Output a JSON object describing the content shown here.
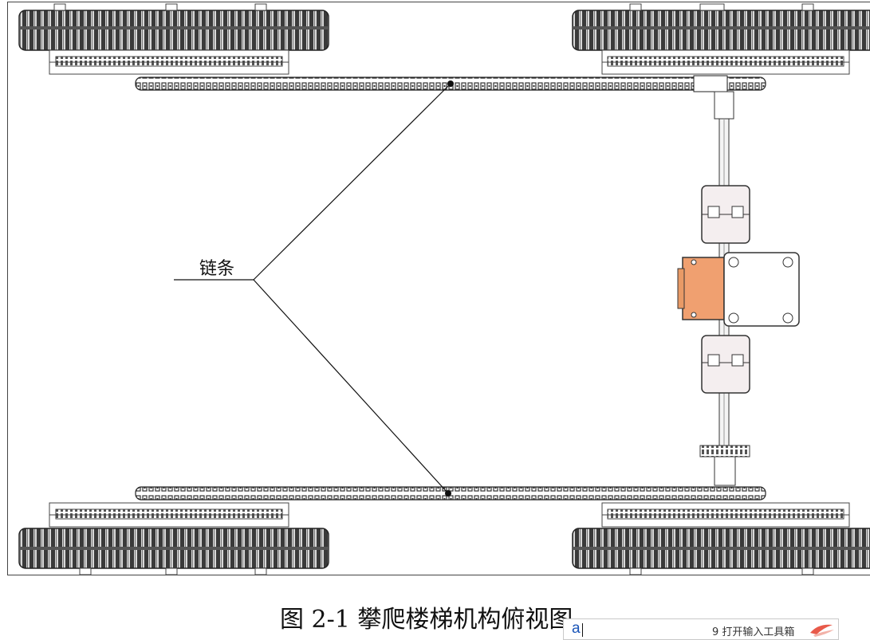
{
  "figure": {
    "callout_label": "链条",
    "caption": "图 2-1  攀爬楼梯机构俯视图"
  },
  "ime_toolbar": {
    "composition_text": "a",
    "candidate_text": "9 打开输入工具箱",
    "logo_icon": "ime-logo-icon"
  },
  "colors": {
    "line": "#222222",
    "wheel_dark": "#3a3a3a",
    "motor_housing": "#f0a070",
    "coupling": "#f4eeef",
    "ime_text": "#1a55b8"
  }
}
